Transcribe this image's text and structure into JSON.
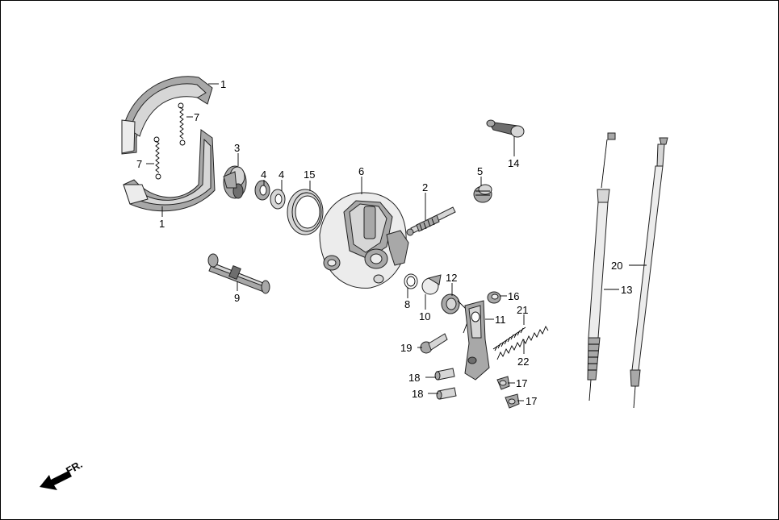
{
  "diagram": {
    "front_marker": "FR.",
    "callouts": {
      "c1_top": "1",
      "c1_bottom": "1",
      "c2": "2",
      "c3": "3",
      "c4a": "4",
      "c4b": "4",
      "c5": "5",
      "c6": "6",
      "c7a": "7",
      "c7b": "7",
      "c8": "8",
      "c9": "9",
      "c10": "10",
      "c11": "11",
      "c12": "12",
      "c13": "13",
      "c14": "14",
      "c15": "15",
      "c16": "16",
      "c17a": "17",
      "c17b": "17",
      "c18a": "18",
      "c18b": "18",
      "c19": "19",
      "c20": "20",
      "c21": "21",
      "c22": "22"
    }
  }
}
